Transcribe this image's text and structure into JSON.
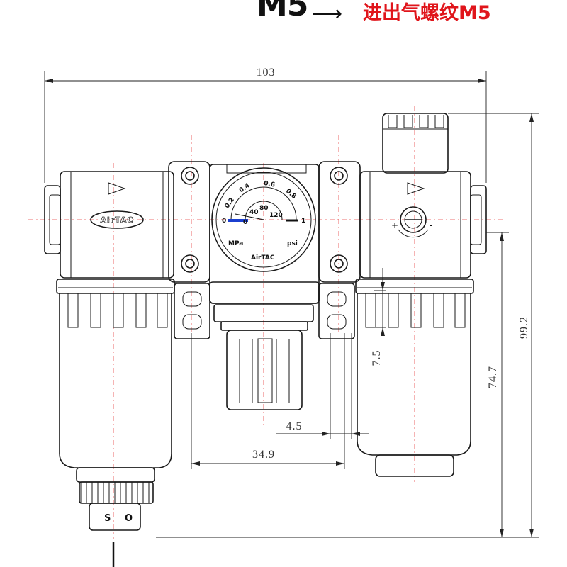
{
  "title": {
    "code": "M5",
    "arrow": "⟶",
    "description": "进出气螺纹M5"
  },
  "dimensions": {
    "overall_width": "103",
    "overall_height": "99.2",
    "bowl_height": "74.7",
    "offset_small": "7.5",
    "gap": "4.5",
    "center_span": "34.9"
  },
  "gauge": {
    "scale_mpa": [
      "0",
      "0.2",
      "0.4",
      "0.6",
      "0.8",
      "1"
    ],
    "scale_psi": [
      "0",
      "40",
      "80",
      "120"
    ],
    "unit_left": "MPa",
    "unit_right": "psi",
    "brand": "AirTAC"
  },
  "brand_label": "AirTAC",
  "drain_letters": [
    "S",
    "O"
  ],
  "colors": {
    "title_red": "#e0151b",
    "centerline": "#e64545",
    "line": "#1a1a1a"
  }
}
